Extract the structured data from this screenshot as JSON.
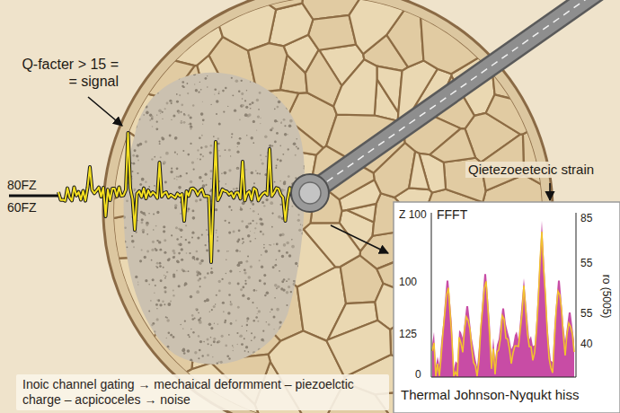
{
  "diagram": {
    "nodes": [
      {
        "text": [
          "Z 100",
          "FFFT",
          "85",
          "55",
          "ro (5005)",
          "100",
          "55",
          "125",
          "40",
          "0",
          "Thermal Johnson-Nyqukt hiss"
        ]
      },
      {
        "text": [
          "Inoic channel gating → mechaical deformment – piezoelctic charge – acpicoceles → noise"
        ]
      }
    ],
    "labels": [
      "Q-facter > 15 = = signal",
      "80FZ",
      "60FZ",
      "Qietezoeetecic strain"
    ]
  }
}
